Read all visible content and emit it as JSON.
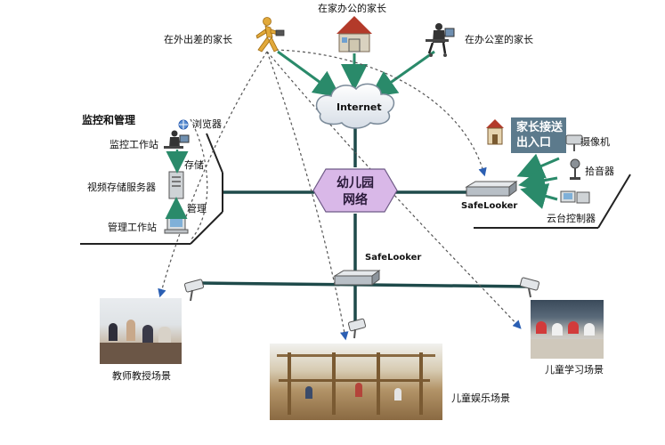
{
  "parents": {
    "home_label": "在家办公的家长",
    "travel_label": "在外出差的家长",
    "office_label": "在办公室的家长"
  },
  "cloud_label": "Internet",
  "center_label_line1": "幼儿园",
  "center_label_line2": "网络",
  "monitor": {
    "title": "监控和管理",
    "browser_label": "浏览器",
    "workstation_label": "监控工作站",
    "storage_label": "存储",
    "server_label": "视频存储服务器",
    "manage_label": "管理",
    "mgmt_station_label": "管理工作站"
  },
  "entrance": {
    "sign_line1": "家长接送",
    "sign_line2": "出入口",
    "camera_label": "摄像机",
    "mic_label": "拾音器",
    "ptz_label": "云台控制器",
    "device_label": "SafeLooker"
  },
  "bottom": {
    "device_label": "SafeLooker",
    "teacher_scene": "教师教授场景",
    "play_scene": "儿童娱乐场景",
    "study_scene": "儿童学习场景"
  },
  "colors": {
    "line": "#1e4a4a",
    "hexagon": "#d9b8e8",
    "arrow_green": "#2a8a6a",
    "arrow_blue": "#2b5fb3"
  }
}
